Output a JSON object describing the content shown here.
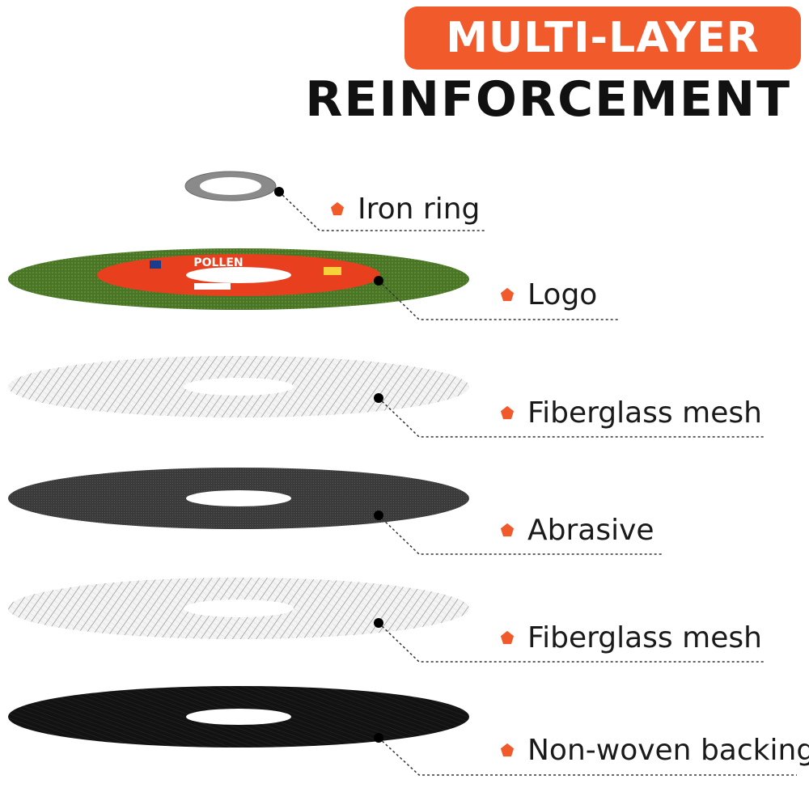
{
  "header": {
    "badge_text": "MULTI-LAYER",
    "title": "REINFORCEMENT"
  },
  "logo_disc": {
    "brand": "POLLEN"
  },
  "layers": [
    {
      "label": "Iron ring"
    },
    {
      "label": "Logo"
    },
    {
      "label": "Fiberglass mesh"
    },
    {
      "label": "Abrasive"
    },
    {
      "label": "Fiberglass mesh"
    },
    {
      "label": "Non-woven backing"
    }
  ],
  "colors": {
    "accent": "#f15a2b",
    "disc_green": "#4f7a2a",
    "abrasive": "#3a3a3a",
    "backing": "#141414",
    "mesh": "#bdbdbd"
  },
  "icons": {
    "bullet": "pentagon-bullet-icon",
    "pointer": "dot-pointer-icon"
  }
}
